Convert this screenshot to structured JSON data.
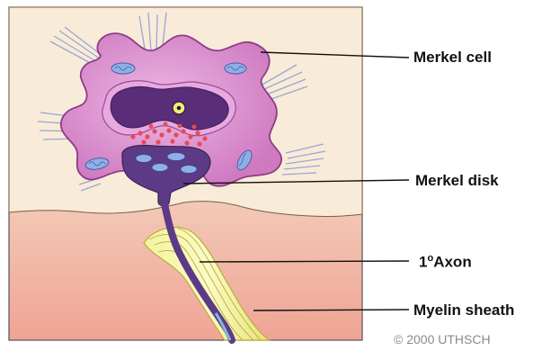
{
  "labels": {
    "merkel_cell": "Merkel cell",
    "merkel_disk": "Merkel disk",
    "axon_prefix": "1",
    "axon_sup": "o",
    "axon_suffix": "Axon",
    "myelin_sheath": "Myelin sheath"
  },
  "copyright": "© 2000 UTHSCH",
  "colors": {
    "background_top": "#f6e4cf",
    "background_bottom": "#f2b0a4",
    "skin_layer": "#f9eedc",
    "cell_body": "#d987c8",
    "cell_outline": "#8c3d87",
    "nucleus": "#5a2d78",
    "nucleolus": "#f1ef70",
    "granules": "#e84a55",
    "mitochondria": "#8fb0e6",
    "axon": "#5d3a86",
    "myelin": "#eef08a",
    "myelin_lines": "#b9ab3a",
    "pointer_lines": "#111111"
  }
}
